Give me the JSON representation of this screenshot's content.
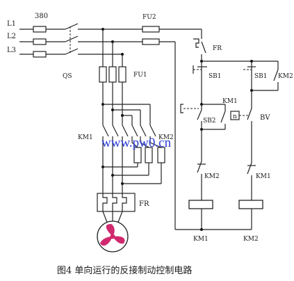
{
  "supply": {
    "phases": [
      "L1",
      "L2",
      "L3"
    ],
    "voltage": "380"
  },
  "labels": {
    "qs": "QS",
    "fu1": "FU1",
    "fu2": "FU2",
    "fr_ctrl": "FR",
    "fr_main": "FR",
    "km1_main": "KM1",
    "km2_main": "KM2",
    "sb1_a": "SB1",
    "sb1_b": "SB1",
    "km2_hold": "KM2",
    "km1_bv": "KM1",
    "n_mark": "n",
    "bv": "BV",
    "sb2": "SB2",
    "km2_int": "KM2",
    "km1_int": "KM1",
    "km1_coil": "KM1",
    "km2_coil": "KM2"
  },
  "watermark": "www.pw0.cn",
  "caption": "图4 单向运行的反接制动控制电路",
  "colors": {
    "fan_blade": "#d0296e",
    "watermark": "#2a3bd6"
  }
}
